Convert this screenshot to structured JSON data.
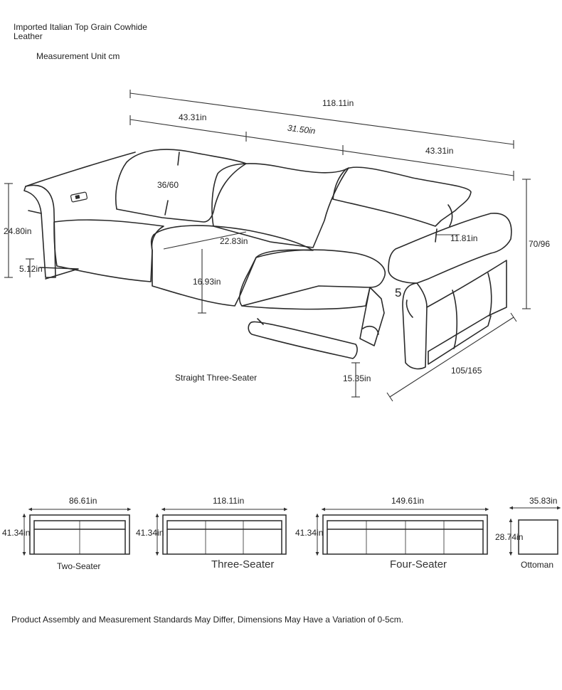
{
  "header": {
    "title": "Imported Italian Top Grain Cowhide Leather",
    "unit": "Measurement Unit cm"
  },
  "main_view": {
    "label": "Straight Three-Seater",
    "dims": {
      "total_width": "118.11in",
      "left_section": "43.31in",
      "middle_section": "31.50in",
      "right_section": "43.31in",
      "back_angle": "36/60",
      "arm_height": "24.80in",
      "leg_height": "5.12in",
      "seat_depth": "22.83in",
      "seat_height": "16.93in",
      "arm_width": "11.81in",
      "height": "70/96",
      "depth": "105/165",
      "footrest": "15.35in",
      "marker": "5"
    }
  },
  "variants": [
    {
      "name": "Two-Seater",
      "width": "86.61in",
      "height": "41.34in"
    },
    {
      "name": "Three-Seater",
      "width": "118.11in",
      "height": "41.34in"
    },
    {
      "name": "Four-Seater",
      "width": "149.61in",
      "height": "41.34in"
    },
    {
      "name": "Ottoman",
      "width": "35.83in",
      "height": "28.74in"
    }
  ],
  "footnote": "Product Assembly and Measurement Standards May Differ, Dimensions May Have a Variation of 0-5cm."
}
